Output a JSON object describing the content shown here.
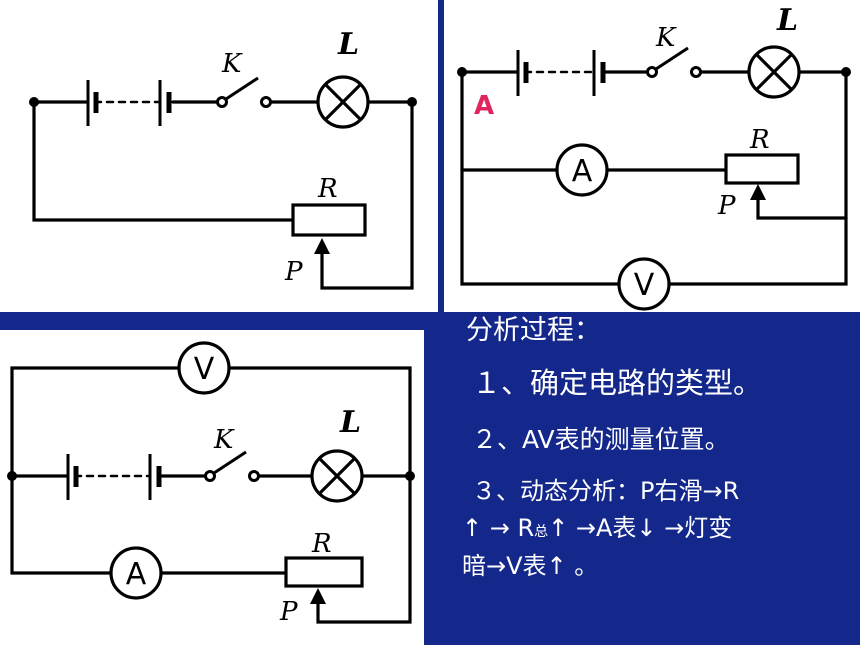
{
  "circuit1": {
    "switch_label": "K",
    "lamp_label": "L",
    "resistor_label": "R",
    "slider_label": "P"
  },
  "circuit2": {
    "switch_label": "K",
    "lamp_label": "L",
    "resistor_label": "R",
    "slider_label": "P",
    "ammeter_label": "A",
    "voltmeter_label": "V",
    "tag": "A"
  },
  "circuit3": {
    "switch_label": "K",
    "lamp_label": "L",
    "resistor_label": "R",
    "slider_label": "P",
    "ammeter_label": "A",
    "voltmeter_label": "V"
  },
  "analysis": {
    "title": "分析过程：",
    "step1": "１、确定电路的类型。",
    "step2": "２、AV表的测量位置。",
    "step3_line1": "３、动态分析：P右滑→R",
    "step3_line2_a": "↑ → R",
    "step3_line2_sub": "总",
    "step3_line2_b": "↑ →A表↓ →灯变",
    "step3_line3": "暗→V表↑ 。"
  },
  "colors": {
    "background": "#14288c",
    "tag_red": "#e0245e"
  }
}
